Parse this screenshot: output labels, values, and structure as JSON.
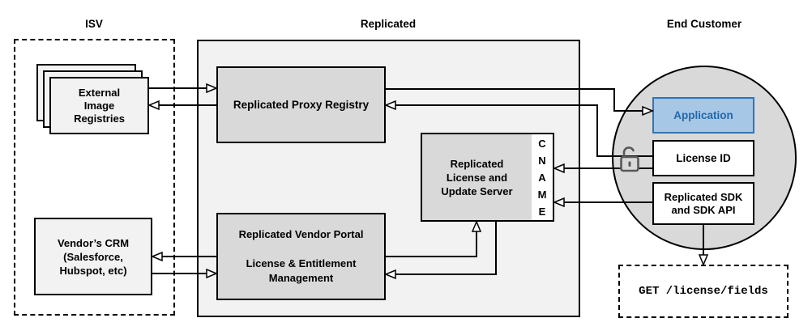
{
  "sections": {
    "isv": {
      "label": "ISV"
    },
    "replicated": {
      "label": "Replicated"
    },
    "end_customer": {
      "label": "End Customer"
    }
  },
  "nodes": {
    "external_image_registries": {
      "label": "External\nImage\nRegistries"
    },
    "vendors_crm": {
      "label": "Vendor’s CRM\n(Salesforce,\nHubspot, etc)"
    },
    "proxy_registry": {
      "label": "Replicated Proxy Registry"
    },
    "license_update_server": {
      "label": "Replicated\nLicense and\nUpdate Server"
    },
    "cname": {
      "label": "C\nN\nA\nM\nE"
    },
    "vendor_portal": {
      "label": "Replicated Vendor Portal\n\nLicense & Entitlement\nManagement"
    },
    "application": {
      "label": "Application"
    },
    "license_id": {
      "label": "License ID"
    },
    "replicated_sdk": {
      "label": "Replicated SDK\nand SDK API"
    },
    "get_license_fields": {
      "label": "GET /license/fields"
    }
  },
  "icons": {
    "lock": "open-padlock-icon"
  },
  "colors": {
    "node_fill": "#d9d9d9",
    "section_fill": "#f2f2f2",
    "light_fill": "#f2f2f2",
    "app_fill": "#a7c7e7",
    "app_stroke": "#2e75b6",
    "app_text": "#2268a8",
    "line": "#000000",
    "lock": "#595959"
  }
}
